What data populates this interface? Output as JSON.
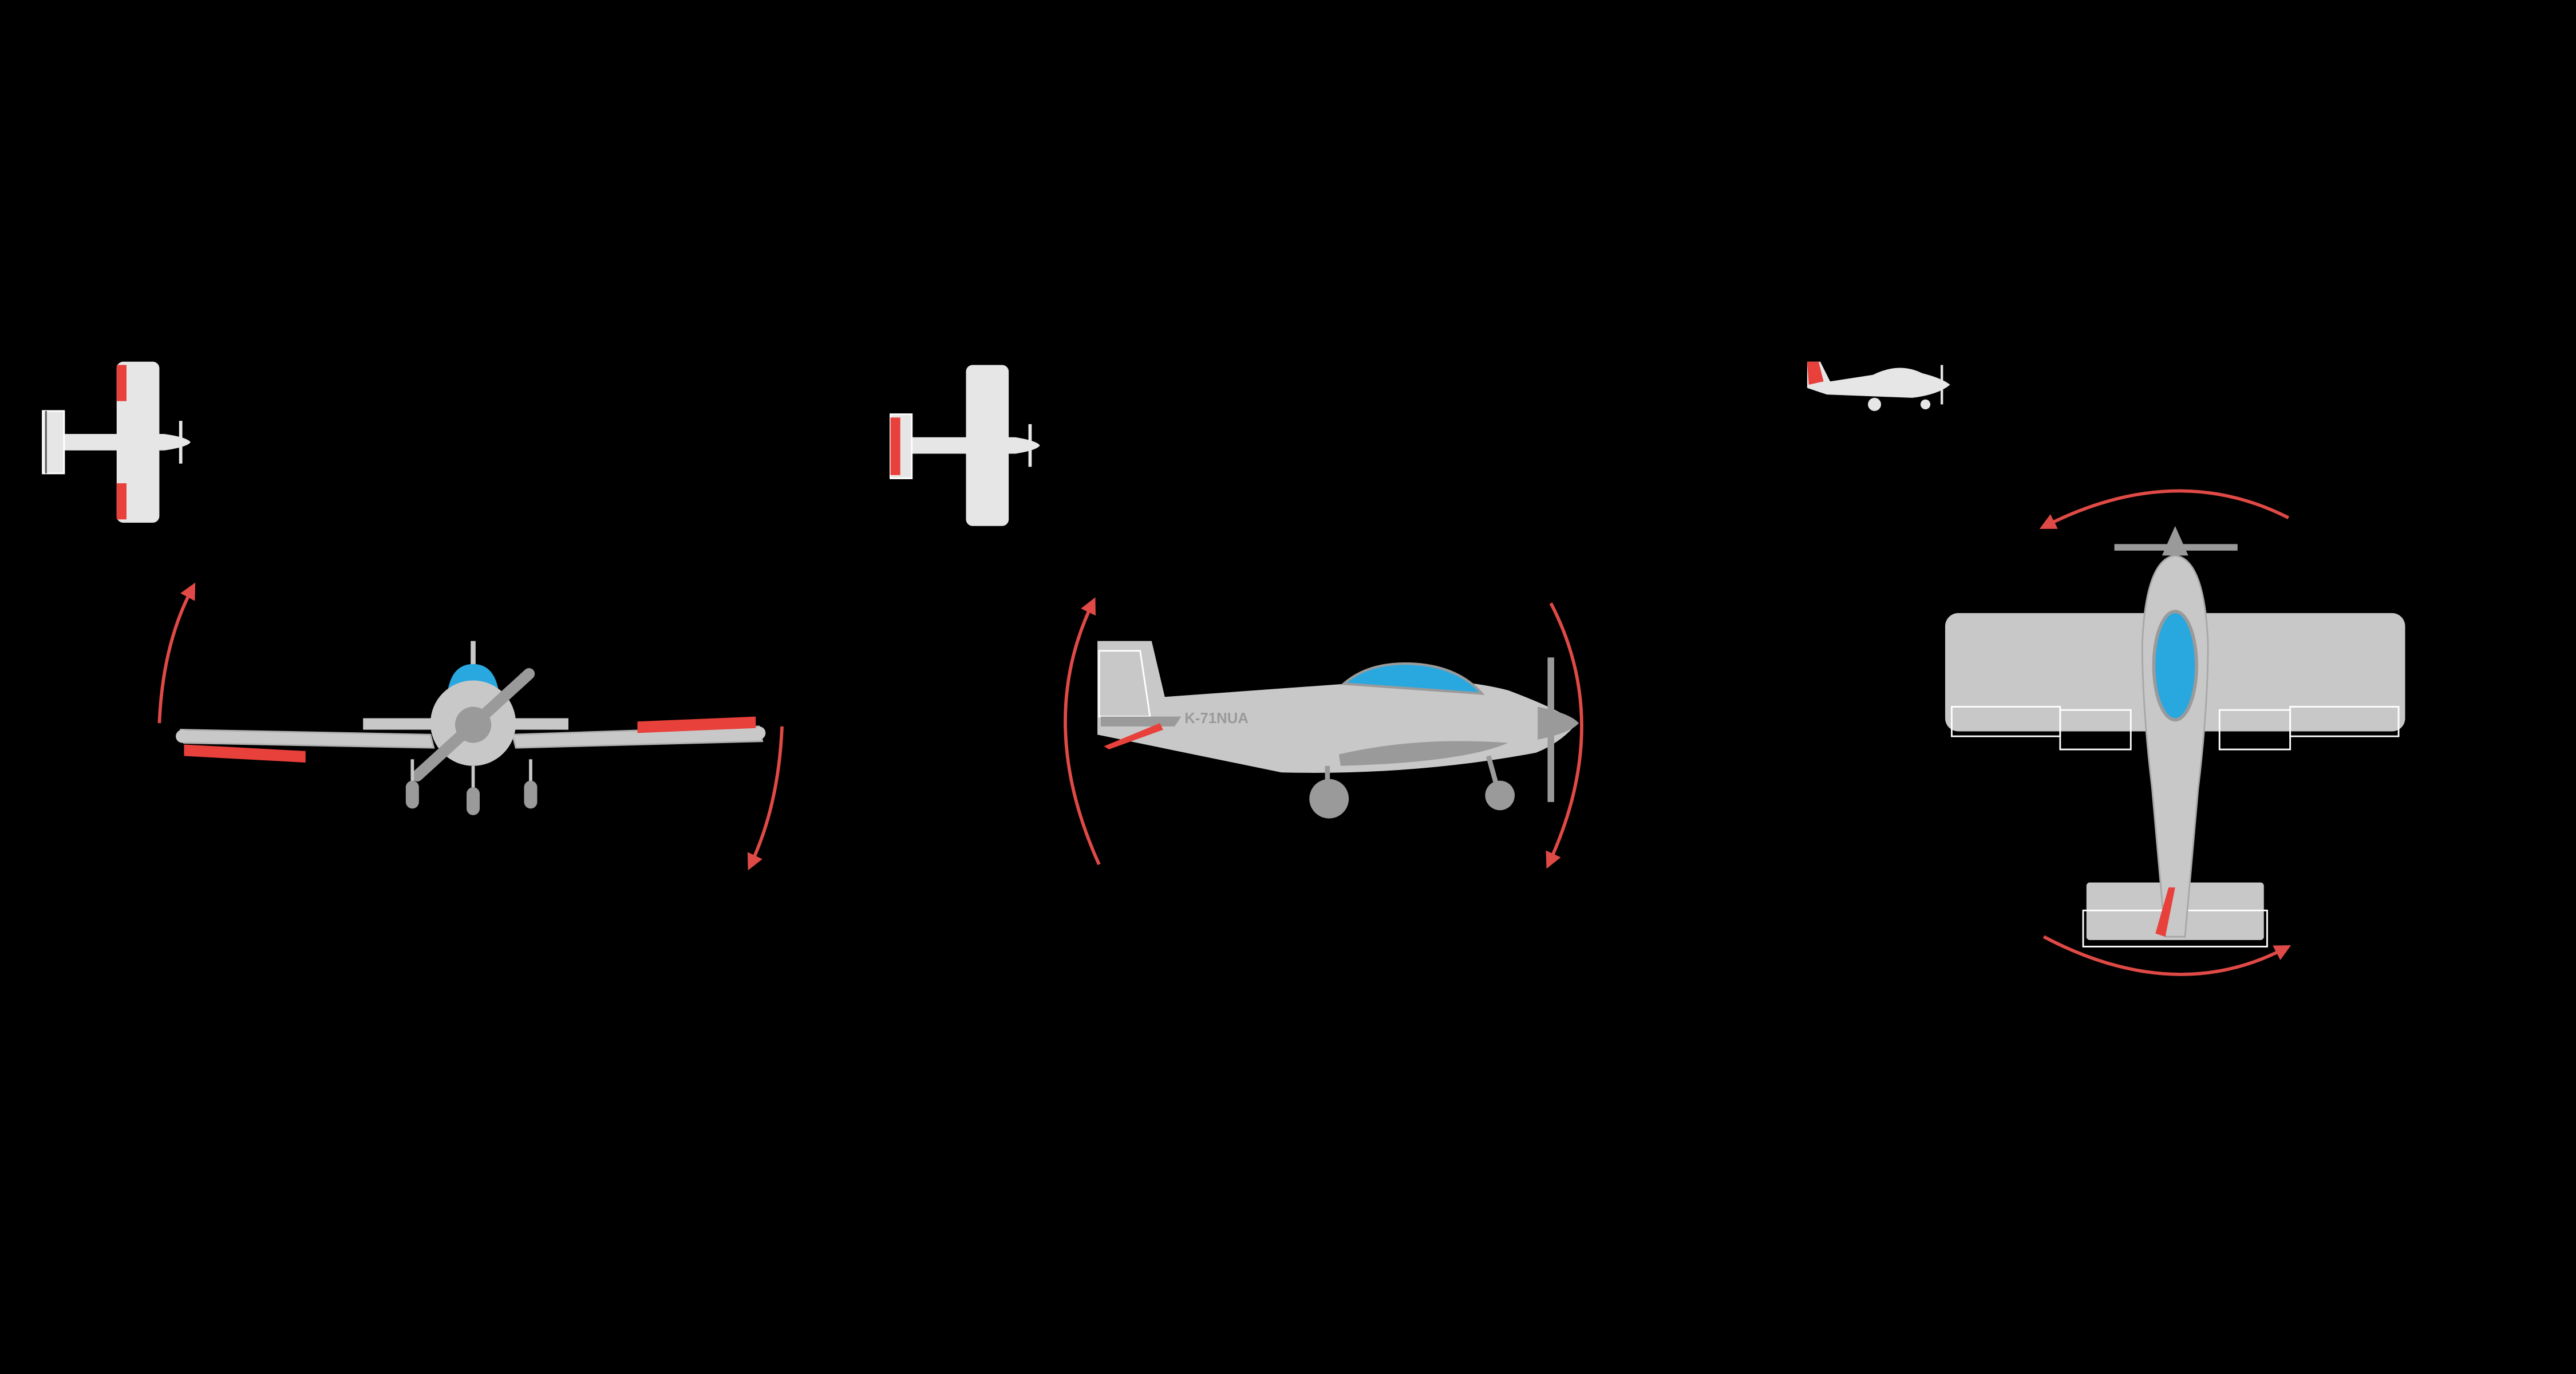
{
  "diagram": {
    "background": "#000000",
    "colors": {
      "body": "#c8c8c8",
      "body_light": "#e6e6e6",
      "dark_gray": "#9a9a9a",
      "control_surface": "#e8403a",
      "arrow": "#e04a46",
      "canopy": "#29a8e0",
      "outline": "#ffffff"
    },
    "panels": [
      {
        "id": "roll",
        "icon": "curved-arrow-roll-icon"
      },
      {
        "id": "pitch",
        "icon": "curved-arrow-pitch-icon"
      },
      {
        "id": "yaw",
        "icon": "curved-arrow-yaw-icon"
      }
    ],
    "registration": "K-71NUA"
  }
}
